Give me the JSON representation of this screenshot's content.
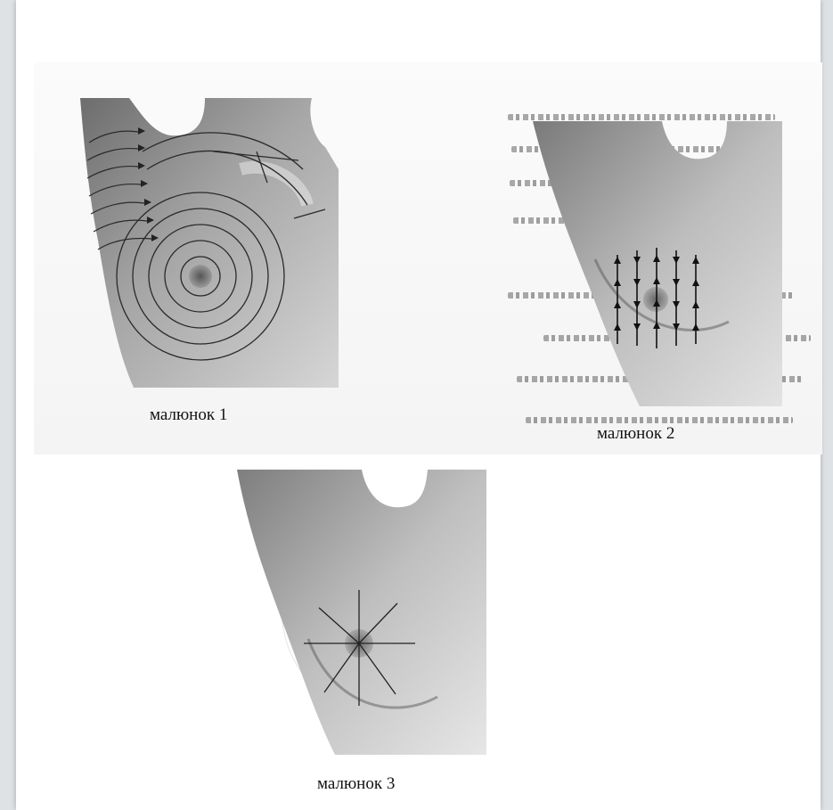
{
  "figures": [
    {
      "id": "fig1",
      "caption": "малюнок 1",
      "pattern": "concentric-circles"
    },
    {
      "id": "fig2",
      "caption": "малюнок 2",
      "pattern": "vertical-strips"
    },
    {
      "id": "fig3",
      "caption": "малюнок 3",
      "pattern": "radial-wedge"
    }
  ],
  "colors": {
    "background": "#dfe2e5",
    "paper": "#ffffff",
    "ink": "#111111"
  }
}
